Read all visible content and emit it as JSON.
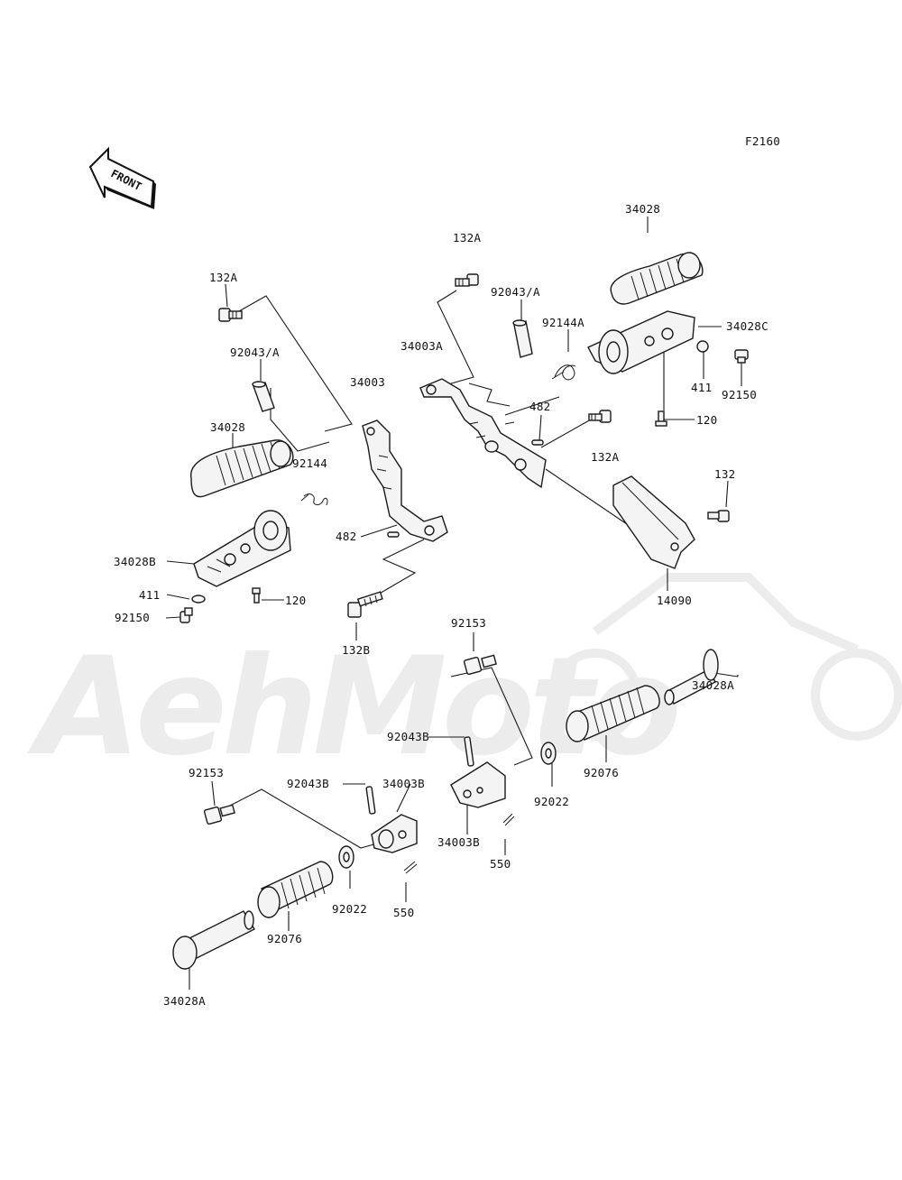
{
  "figure_code": "F2160",
  "front_arrow_text": "FRONT",
  "watermark_text": "AehMoto",
  "labels": {
    "l_132A_top": "132A",
    "l_132A_left": "132A",
    "l_92043A_left": "92043/A",
    "l_34003": "34003",
    "l_34028_left": "34028",
    "l_92144": "92144",
    "l_482_left": "482",
    "l_34028B": "34028B",
    "l_411_left": "411",
    "l_120_left": "120",
    "l_92150_left": "92150",
    "l_132B": "132B",
    "l_34028_right": "34028",
    "l_92043A_right": "92043/A",
    "l_92144A": "92144A",
    "l_34003A": "34003A",
    "l_34028C": "34028C",
    "l_411_right": "411",
    "l_92150_right": "92150",
    "l_120_right": "120",
    "l_482_right": "482",
    "l_132A_right": "132A",
    "l_132": "132",
    "l_14090": "14090",
    "l_92153_top": "92153",
    "l_92043B_right": "92043B",
    "l_92022_right": "92022",
    "l_92076_right": "92076",
    "l_34028A_right": "34028A",
    "l_34003B_right": "34003B",
    "l_550_right": "550",
    "l_92153_left": "92153",
    "l_92043B_left": "92043B",
    "l_34003B_left": "34003B",
    "l_92022_left": "92022",
    "l_550_left": "550",
    "l_92076_left": "92076",
    "l_34028A_left": "34028A"
  }
}
